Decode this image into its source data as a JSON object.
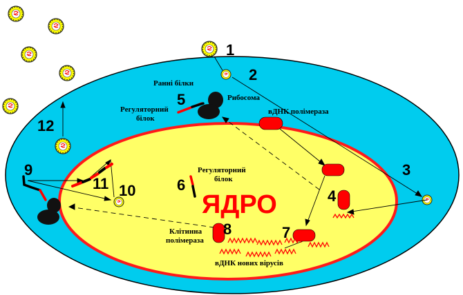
{
  "colors": {
    "cell": "#00ccee",
    "nucleus": "#ffff66",
    "nucleus_border": "#ff1a1a",
    "protein": "#ff0000",
    "ribosome": "#111111"
  },
  "labels": {
    "early_proteins": "Ранні білки",
    "ribosome": "Рибосома",
    "regulatory_protein_1_line1": "Регуляторний",
    "regulatory_protein_1_line2": "білок",
    "vdna_polymerase": "вДНК полімераза",
    "regulatory_protein_2_line1": "Регуляторний",
    "regulatory_protein_2_line2": "білок",
    "nucleus": "ЯДРО",
    "cell_polymerase_line1": "Клітинна",
    "cell_polymerase_line2": "полімераза",
    "new_virus_dna": "вДНК нових вірусів"
  },
  "steps": [
    "1",
    "2",
    "3",
    "4",
    "5",
    "6",
    "7",
    "8",
    "9",
    "10",
    "11",
    "12"
  ],
  "icons": {
    "virus": "virus-particle-icon",
    "ribosome": "ribosome-icon",
    "dna": "dna-strand-icon"
  }
}
